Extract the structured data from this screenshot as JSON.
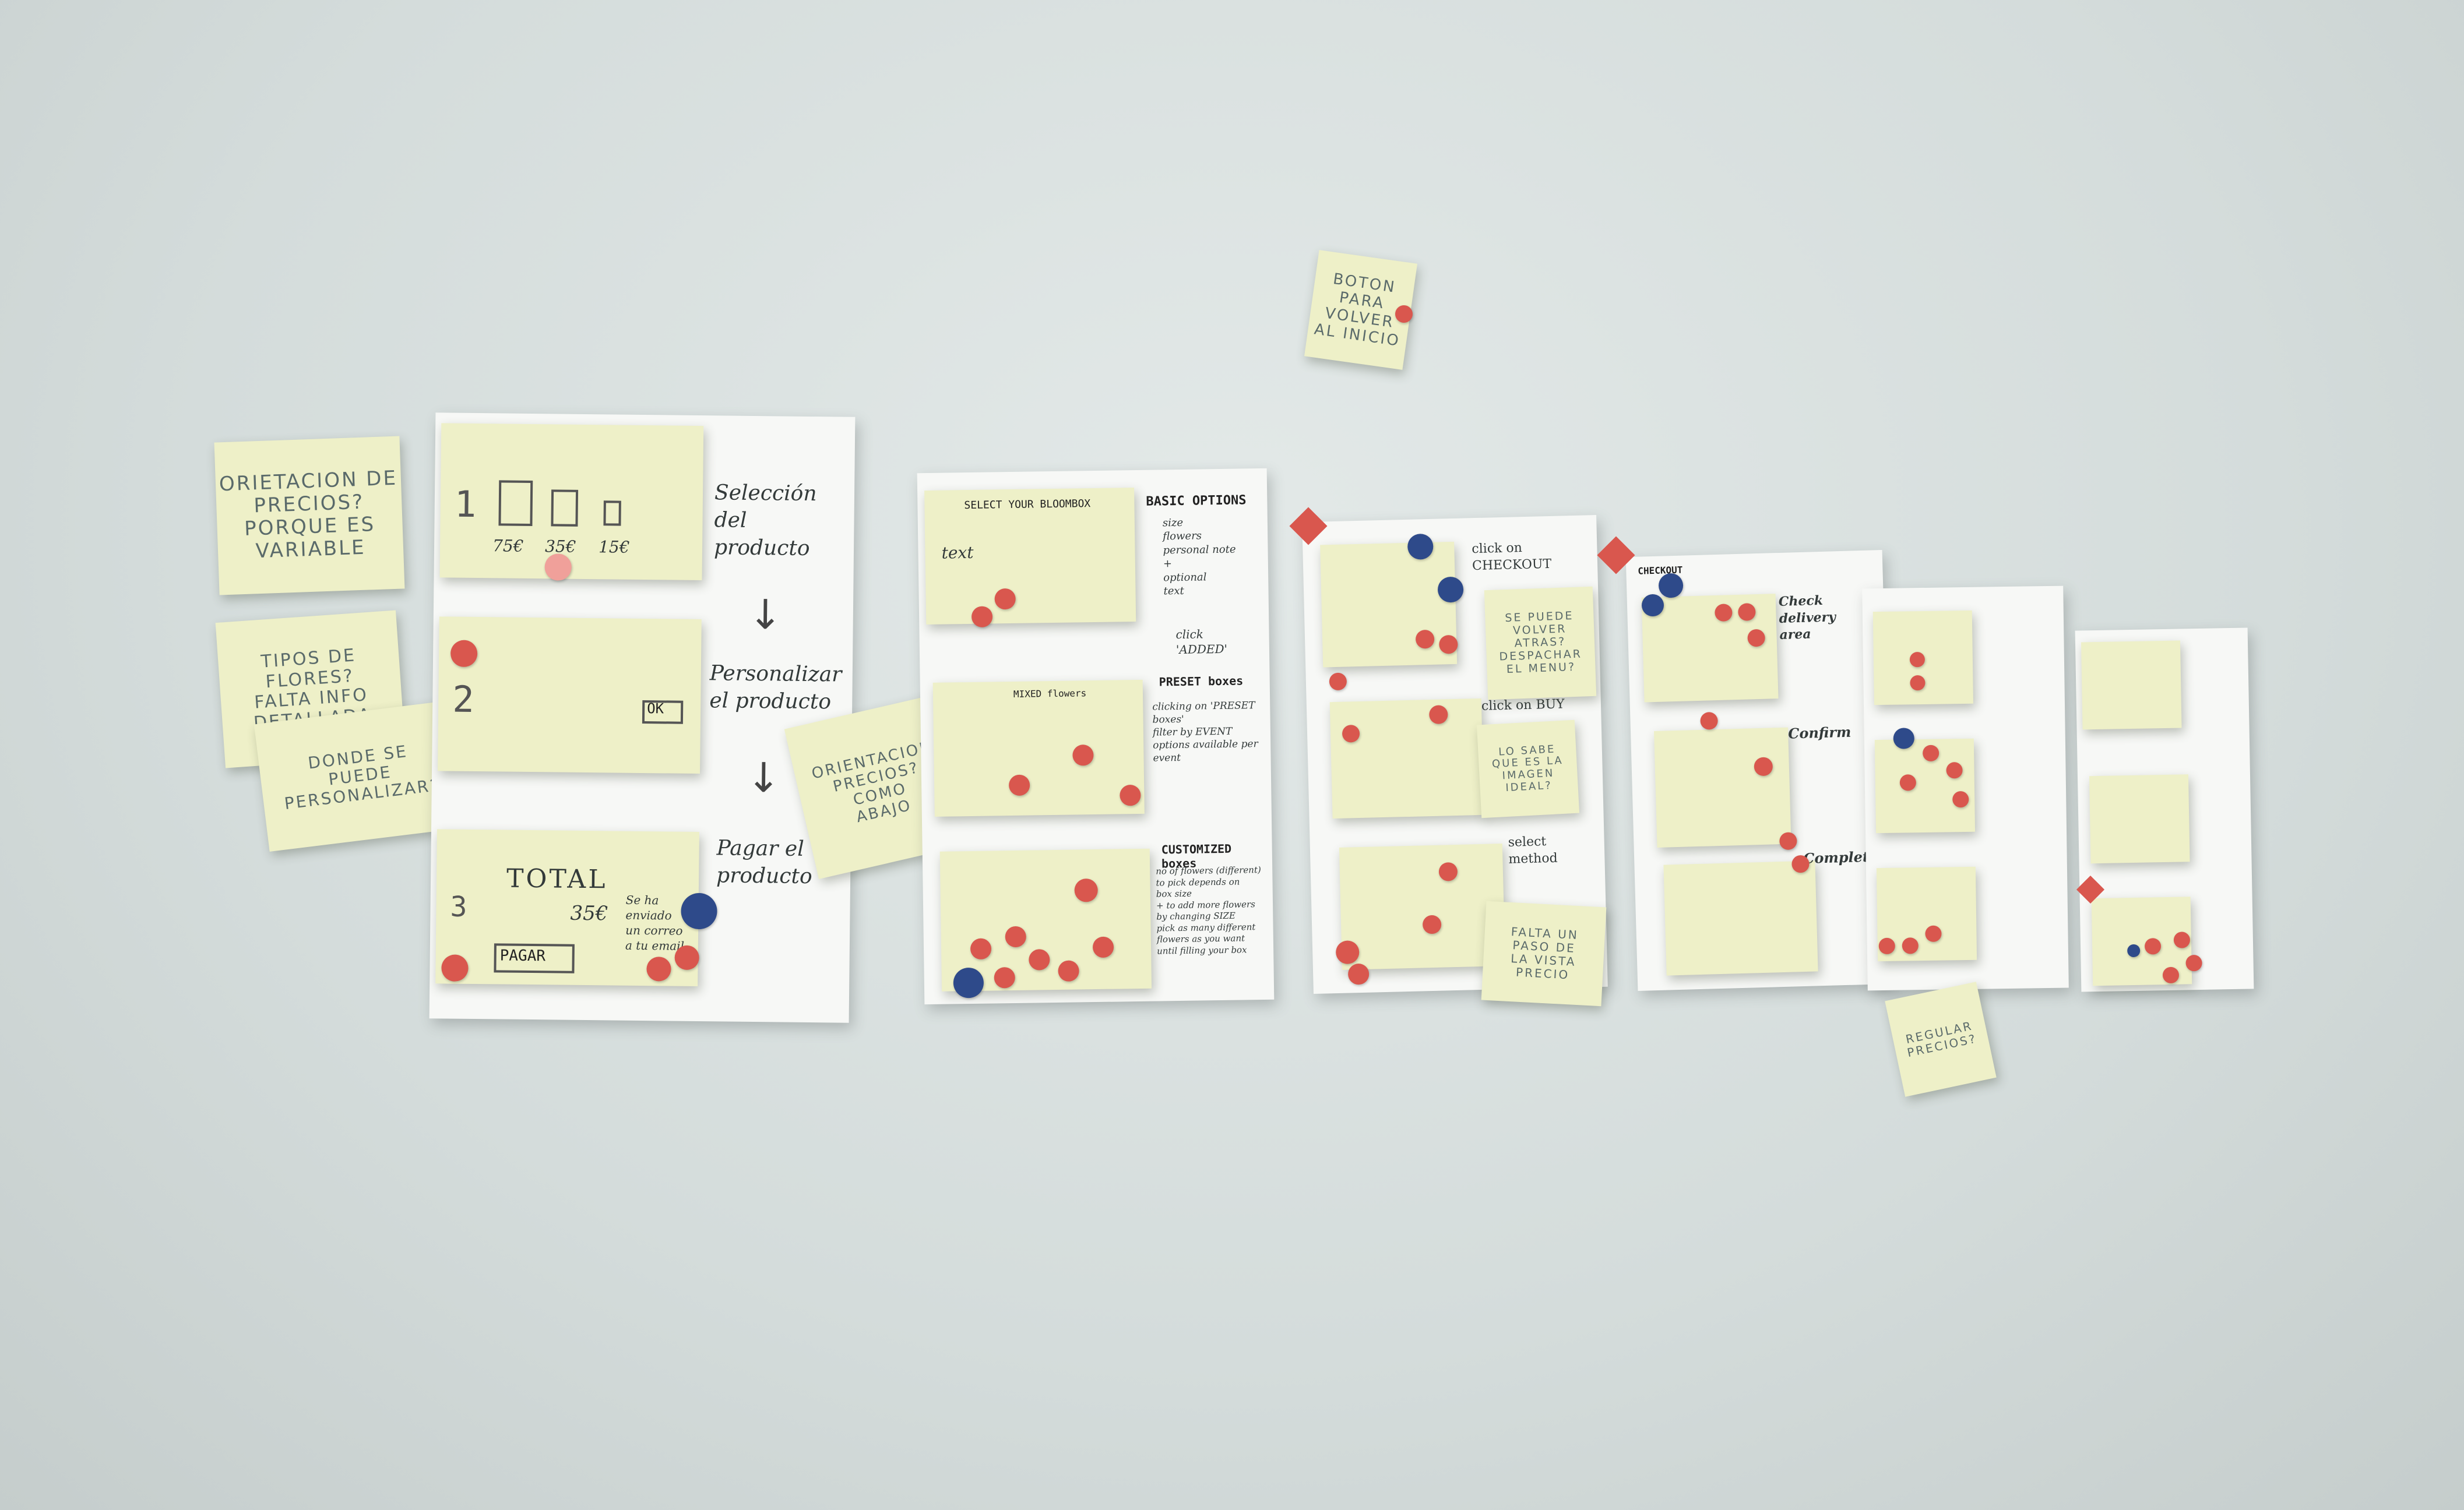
{
  "photo": {
    "stickies": {
      "precios": "ORIETACION DE\nPRECIOS?\nPORQUE ES\nVARIABLE",
      "flores": "TIPOS DE FLORES?\nFALTA INFO\nDETALLADA",
      "donde": "DONDE SE\nPUEDE\nPERSONALIZAR?",
      "orientacion": "ORIENTACION\nPRECIOS?\nCOMO\nABAJO",
      "boton": "BOTON\nPARA\nVOLVER\nAL INICIO",
      "despachar": "SE PUEDE VOLVER\nATRAS?\nDESPACHAR\nEL MENU?",
      "lo_sabe": "LO SABE\nQUE ES LA\nIMAGEN IDEAL?",
      "falta": "FALTA UN\nPASO DE\nLA VISTA\nPRECIO",
      "regular": "REGULAR\nPRECIOS?"
    },
    "sheet1": {
      "step1": "1",
      "step2": "2",
      "step3": "3",
      "prices": [
        "75€",
        "35€",
        "15€"
      ],
      "total": "TOTAL",
      "total_price": "35€",
      "ok": "OK",
      "pagar": "PAGAR",
      "envio": "Se ha\nenviado\nun correo\na tu email",
      "flow": [
        "Selección\ndel\nproducto",
        "Personalizar\nel producto",
        "Pagar el\nproducto"
      ]
    },
    "sheet2": {
      "header": "SELECT YOUR BLOOMBOX",
      "text_label": "text",
      "basic_title": "BASIC OPTIONS",
      "basic_list": "size\nflowers\npersonal note\n+\noptional\ntext",
      "click_added": "click\n'ADDED'",
      "preset_title": "PRESET boxes",
      "preset_notes": "clicking on 'PRESET boxes'\nfilter by EVENT\noptions available per\nevent",
      "mixed": "MIXED flowers",
      "custom_title": "CUSTOMIZED boxes",
      "custom_notes": "no of flowers (different)\nto pick depends on\nbox size\n+ to add more flowers\nby changing SIZE\npick as many different\nflowers as you want\nuntil filling your box"
    },
    "sheet3": {
      "click_checkout": "click on CHECKOUT",
      "click_buy": "click on BUY",
      "select_method": "select\nmethod"
    },
    "sheet4": {
      "checkout": "CHECKOUT",
      "check_delivery": "Check delivery\narea",
      "confirm": "Confirm",
      "complete": "Complete"
    }
  }
}
